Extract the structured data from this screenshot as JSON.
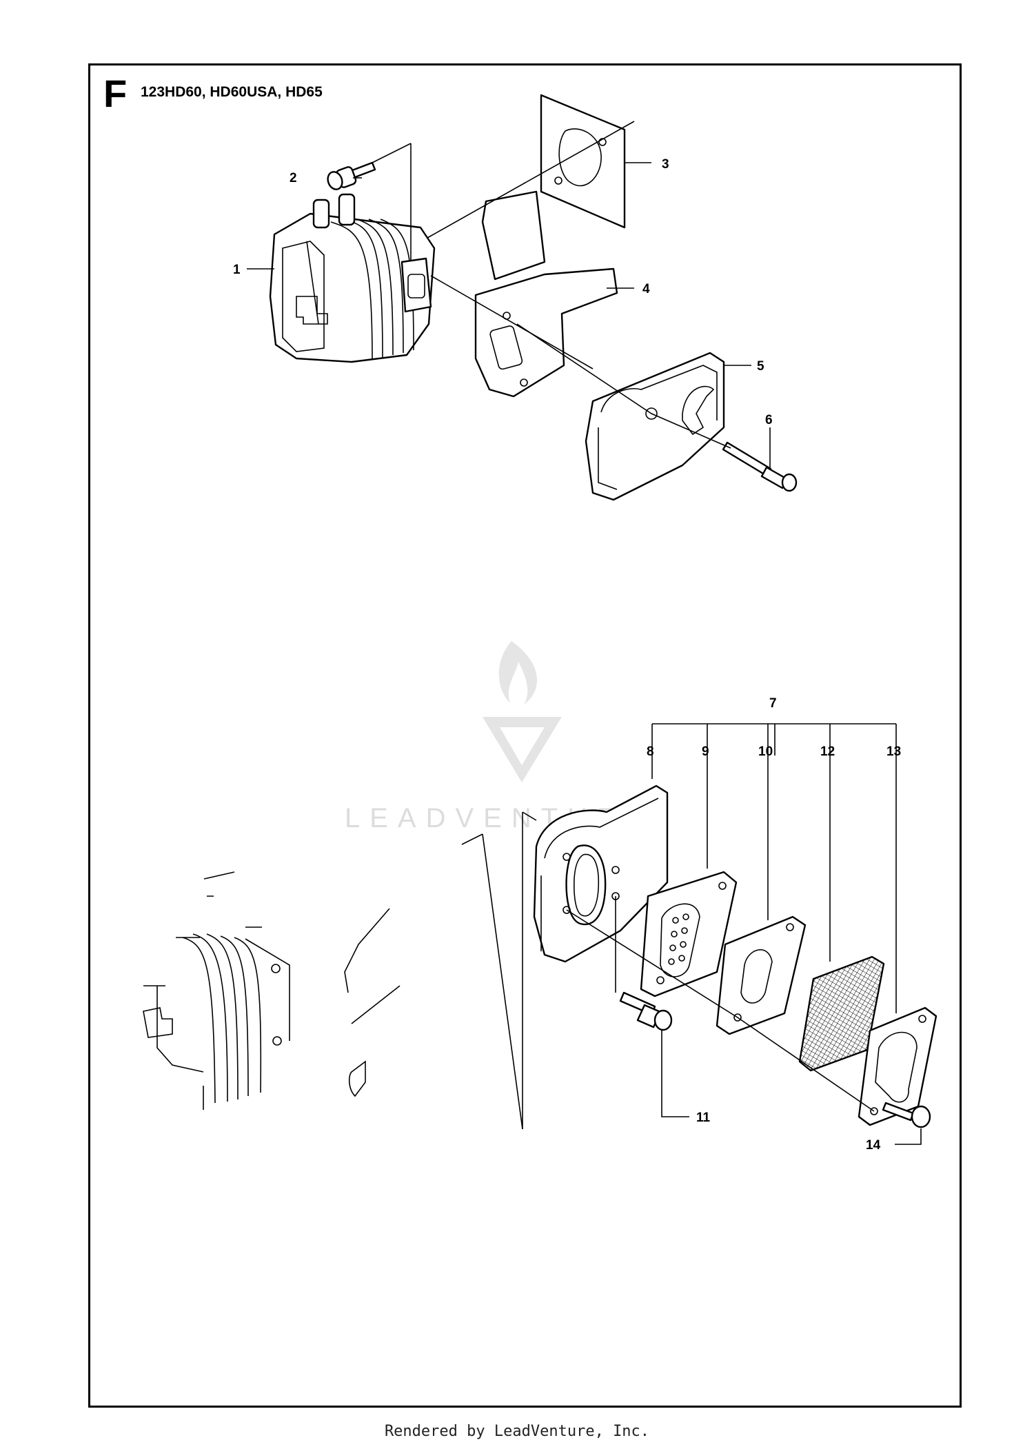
{
  "header": {
    "section_letter": "F",
    "models": "123HD60, HD60USA, HD65"
  },
  "callouts": {
    "c1": "1",
    "c2": "2",
    "c3": "3",
    "c4": "4",
    "c5": "5",
    "c6": "6",
    "c7": "7",
    "c8": "8",
    "c9": "9",
    "c10": "10",
    "c11": "11",
    "c12": "12",
    "c13": "13",
    "c14": "14"
  },
  "watermark": {
    "text": "LEADVENTURE"
  },
  "footer": {
    "text": "Rendered by LeadVenture, Inc."
  }
}
